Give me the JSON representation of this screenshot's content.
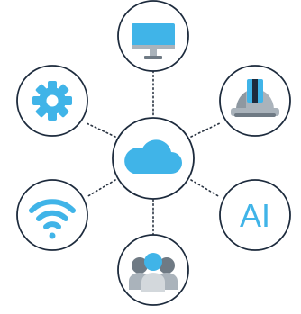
{
  "colors": {
    "accent": "#40b4e8",
    "outline": "#1d2b3d",
    "connector": "#2a3442",
    "gray": "#aab3bb",
    "gray_dark": "#6f7a84",
    "background": "#ffffff"
  },
  "center": {
    "icon": "cloud-icon"
  },
  "nodes": [
    {
      "id": "monitor",
      "icon": "monitor-icon"
    },
    {
      "id": "helmet",
      "icon": "hard-hat-icon"
    },
    {
      "id": "ai",
      "icon": "ai-text-icon",
      "label": "AI"
    },
    {
      "id": "people",
      "icon": "people-group-icon"
    },
    {
      "id": "wifi",
      "icon": "wifi-icon"
    },
    {
      "id": "settings",
      "icon": "gear-icon"
    }
  ]
}
